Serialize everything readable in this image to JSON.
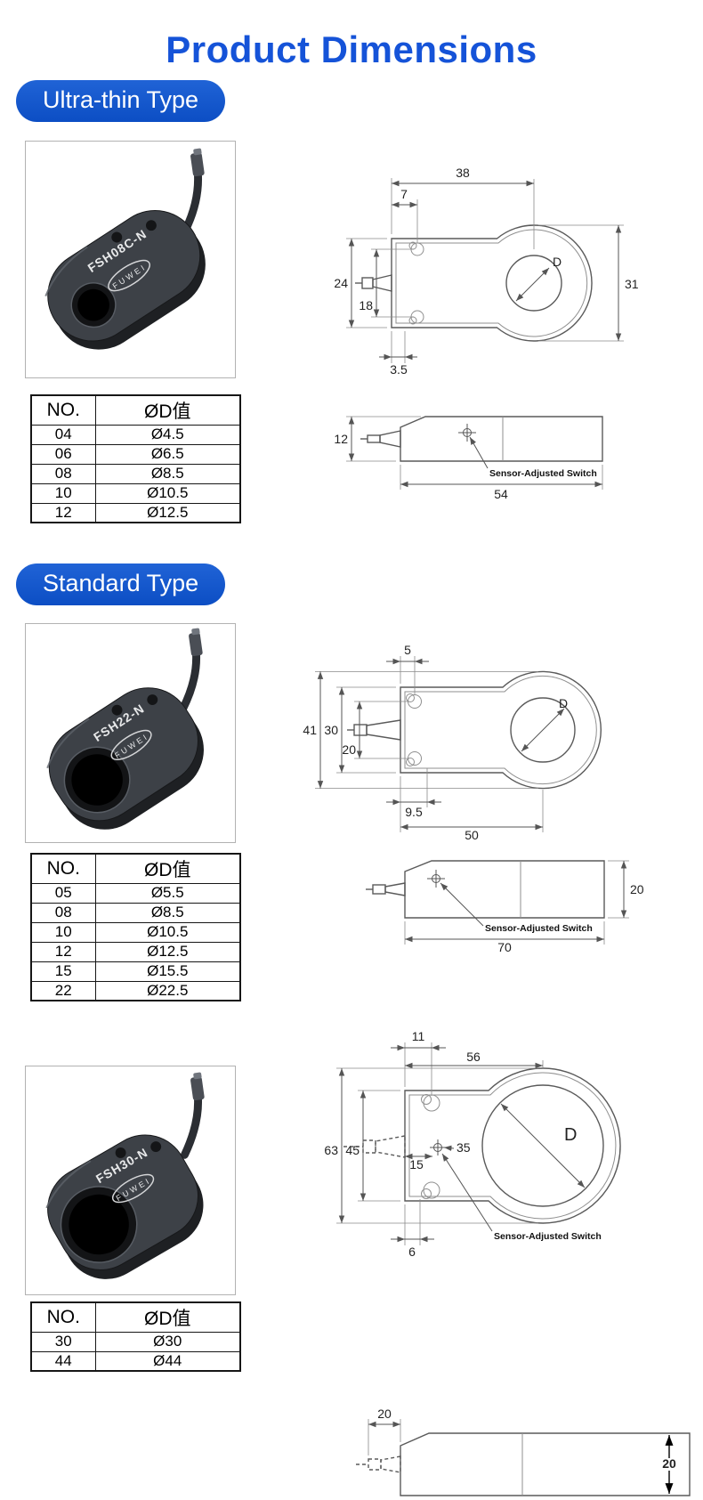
{
  "page": {
    "title": "Product Dimensions"
  },
  "colors": {
    "accent": "#1553d8",
    "badge": "#0c4ec4"
  },
  "sections": [
    {
      "badge": "Ultra-thin Type",
      "photo": {
        "model": "FSH08C-N",
        "brand": "FUWEI"
      },
      "table": {
        "headers": [
          "NO.",
          "ØD值"
        ],
        "rows": [
          [
            "04",
            "Ø4.5"
          ],
          [
            "06",
            "Ø6.5"
          ],
          [
            "08",
            "Ø8.5"
          ],
          [
            "10",
            "Ø10.5"
          ],
          [
            "12",
            "Ø12.5"
          ]
        ]
      },
      "front": {
        "length_to_center": "38",
        "hole_offset": "7",
        "body_height": "24",
        "hole_spacing": "18",
        "head_diameter": "31",
        "bottom_offset": "3.5",
        "bore_label": "D"
      },
      "side": {
        "thickness": "12",
        "length": "54",
        "note": "Sensor-Adjusted Switch"
      }
    },
    {
      "badge": "Standard Type",
      "photo": {
        "model": "FSH22-N",
        "brand": "FUWEI"
      },
      "table": {
        "headers": [
          "NO.",
          "ØD值"
        ],
        "rows": [
          [
            "05",
            "Ø5.5"
          ],
          [
            "08",
            "Ø8.5"
          ],
          [
            "10",
            "Ø10.5"
          ],
          [
            "12",
            "Ø12.5"
          ],
          [
            "15",
            "Ø15.5"
          ],
          [
            "22",
            "Ø22.5"
          ]
        ]
      },
      "front": {
        "hole_offset": "5",
        "head_diameter": "41",
        "body_height": "30",
        "hole_spacing": "20",
        "bottom_offset": "9.5",
        "length_to_center": "50",
        "bore_label": "D"
      },
      "side": {
        "thickness": "20",
        "length": "70",
        "note": "Sensor-Adjusted Switch"
      }
    },
    {
      "photo": {
        "model": "FSH30-N",
        "brand": "FUWEI"
      },
      "table": {
        "headers": [
          "NO.",
          "ØD值"
        ],
        "rows": [
          [
            "30",
            "Ø30"
          ],
          [
            "44",
            "Ø44"
          ]
        ]
      },
      "front": {
        "hole_offset": "11",
        "length_to_center": "56",
        "head_diameter": "63",
        "body_height": "45",
        "switch_offset": "15",
        "switch_label": "35",
        "bottom_offset": "6",
        "bore_label": "D",
        "note": "Sensor-Adjusted Switch"
      },
      "side": {
        "left_dim": "20",
        "thickness": "20"
      }
    }
  ]
}
